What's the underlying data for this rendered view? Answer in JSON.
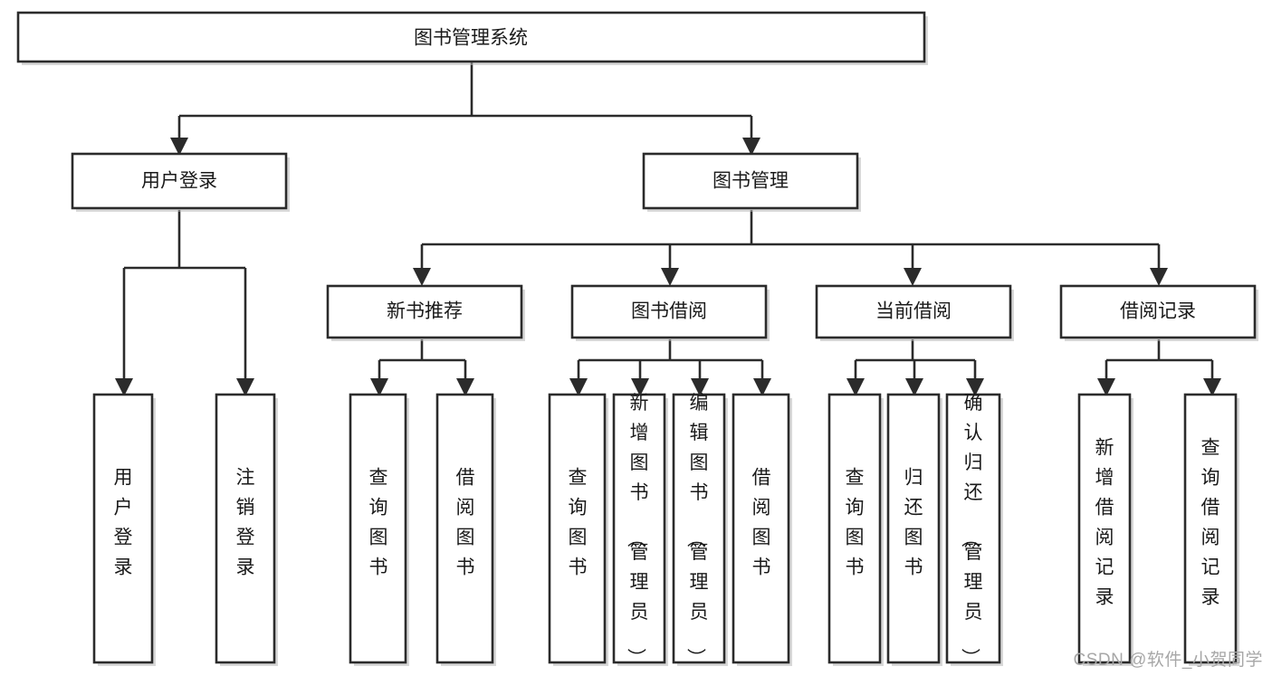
{
  "diagram": {
    "type": "tree-hierarchy-chart",
    "title": "图书管理系统",
    "orientation": "top-down",
    "colors": {
      "box_fill": "#ffffff",
      "box_stroke": "#2b2b2b",
      "line": "#2b2b2b",
      "text": "#1a1a1a",
      "watermark": "#a7a7a7",
      "background": "#ffffff"
    },
    "root": {
      "label": "图书管理系统"
    },
    "level2": [
      {
        "label": "用户登录"
      },
      {
        "label": "图书管理"
      }
    ],
    "level3": [
      {
        "label": "新书推荐"
      },
      {
        "label": "图书借阅"
      },
      {
        "label": "当前借阅"
      },
      {
        "label": "借阅记录"
      }
    ],
    "leaves": {
      "user_login": [
        {
          "label": "用户登录"
        },
        {
          "label": "注销登录"
        }
      ],
      "new_book_recommend": [
        {
          "label": "查询图书"
        },
        {
          "label": "借阅图书"
        }
      ],
      "book_borrow": [
        {
          "label": "查询图书"
        },
        {
          "label": "新增图书（管理员）"
        },
        {
          "label": "编辑图书（管理员）"
        },
        {
          "label": "借阅图书"
        }
      ],
      "current_borrow": [
        {
          "label": "查询图书"
        },
        {
          "label": "归还图书"
        },
        {
          "label": "确认归还（管理员）"
        }
      ],
      "borrow_record": [
        {
          "label": "新增借阅记录"
        },
        {
          "label": "查询借阅记录"
        }
      ]
    }
  },
  "watermark": {
    "text": "CSDN @软件_小贺同学"
  }
}
